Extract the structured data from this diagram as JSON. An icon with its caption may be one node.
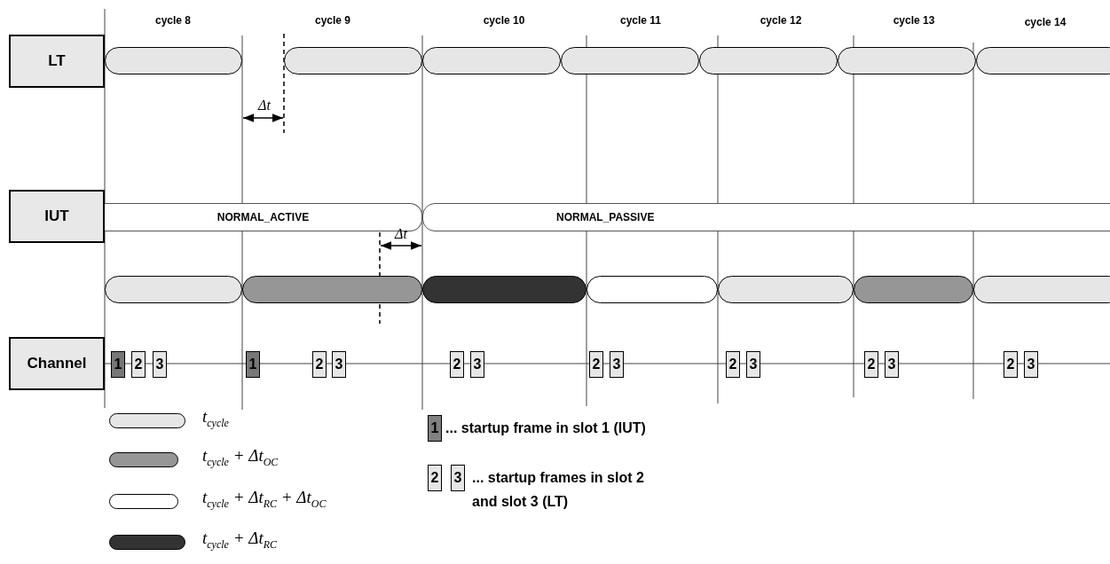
{
  "diagram": {
    "nodes": [
      {
        "text": [
          "LT"
        ]
      },
      {
        "text": [],
        "shape": "bar"
      },
      {
        "text": [],
        "shape": "bar"
      },
      {
        "text": [],
        "shape": "bar"
      },
      {
        "text": [],
        "shape": "bar"
      },
      {
        "text": [],
        "shape": "bar"
      },
      {
        "text": [],
        "shape": "bar"
      },
      {
        "text": [],
        "shape": "bar"
      },
      {
        "text": [
          "IUT"
        ]
      },
      {
        "text": [
          "NORMAL_ACTIVE"
        ]
      },
      {
        "text": [
          "NORMAL_PASSIVE"
        ]
      },
      {
        "text": [],
        "shape": "bar"
      },
      {
        "text": [],
        "shape": "bar"
      },
      {
        "text": [],
        "shape": "bar"
      },
      {
        "text": [],
        "shape": "bar"
      },
      {
        "text": [],
        "shape": "bar"
      },
      {
        "text": [],
        "shape": "bar"
      },
      {
        "text": [],
        "shape": "bar"
      },
      {
        "text": [
          "Channel"
        ]
      },
      {
        "text": [
          "1"
        ]
      },
      {
        "text": [
          "2"
        ]
      },
      {
        "text": [
          "3"
        ]
      },
      {
        "text": [
          "1"
        ]
      },
      {
        "text": [
          "2"
        ]
      },
      {
        "text": [
          "3"
        ]
      },
      {
        "text": [
          "2"
        ]
      },
      {
        "text": [
          "3"
        ]
      },
      {
        "text": [
          "2"
        ]
      },
      {
        "text": [
          "3"
        ]
      },
      {
        "text": [
          "2"
        ]
      },
      {
        "text": [
          "3"
        ]
      },
      {
        "text": [
          "2"
        ]
      },
      {
        "text": [
          "3"
        ]
      },
      {
        "text": [
          "2"
        ]
      },
      {
        "text": [
          "3"
        ]
      }
    ],
    "labels": [
      "cycle 8",
      "cycle 9",
      "cycle 10",
      "cycle 11",
      "cycle 12",
      "cycle 13",
      "cycle 14",
      "Δt",
      "Δt",
      "1",
      "2",
      "3"
    ],
    "legend": [
      {
        "text": "t$_{cycle}$",
        "color": "#e6e6e6"
      },
      {
        "text": "t$_{cycle}$ + Δt$_{OC}$",
        "color": "#969696"
      },
      {
        "text": "t$_{cycle}$ + Δt$_{RC}$ + Δt$_{OC}$",
        "color": "#ffffff"
      },
      {
        "text": "t$_{cycle}$ + Δt$_{RC}$",
        "color": "#333333"
      },
      {
        "text": "... startup frame in slot 1 (IUT)",
        "color": "#808080"
      },
      {
        "text": "... startup frames in slot 2 and slot 3 (LT)",
        "color": "#e6e6e6"
      }
    ]
  }
}
